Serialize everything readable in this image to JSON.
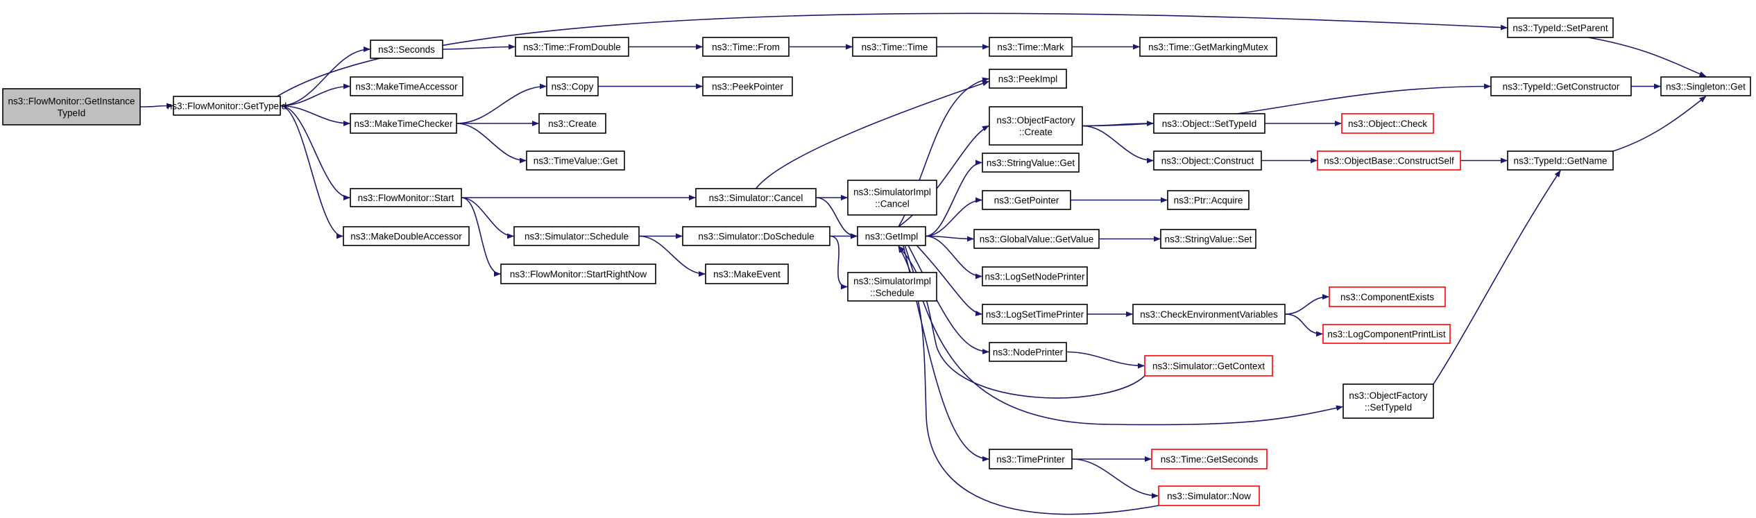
{
  "colors": {
    "edge": "#191970",
    "box_border": "#000000",
    "box_fill": "#ffffff",
    "root_fill": "#bfbfbf",
    "external_border": "#ff0000"
  },
  "nodes": [
    {
      "id": "root",
      "lines": [
        "ns3::FlowMonitor::GetInstance",
        "TypeId"
      ],
      "style": "root"
    },
    {
      "id": "gettypeid",
      "lines": [
        "ns3::FlowMonitor::GetTypeId"
      ]
    },
    {
      "id": "seconds",
      "lines": [
        "ns3::Seconds"
      ]
    },
    {
      "id": "maketimeaccessor",
      "lines": [
        "ns3::MakeTimeAccessor"
      ]
    },
    {
      "id": "maketimechecker",
      "lines": [
        "ns3::MakeTimeChecker"
      ]
    },
    {
      "id": "fmstart",
      "lines": [
        "ns3::FlowMonitor::Start"
      ]
    },
    {
      "id": "makedoubleaccessor",
      "lines": [
        "ns3::MakeDoubleAccessor"
      ]
    },
    {
      "id": "fromdouble",
      "lines": [
        "ns3::Time::FromDouble"
      ]
    },
    {
      "id": "copy",
      "lines": [
        "ns3::Copy"
      ]
    },
    {
      "id": "create",
      "lines": [
        "ns3::Create"
      ]
    },
    {
      "id": "timevalueget",
      "lines": [
        "ns3::TimeValue::Get"
      ]
    },
    {
      "id": "simschedule",
      "lines": [
        "ns3::Simulator::Schedule"
      ]
    },
    {
      "id": "startrightnow",
      "lines": [
        "ns3::FlowMonitor::StartRightNow"
      ]
    },
    {
      "id": "timefrom",
      "lines": [
        "ns3::Time::From"
      ]
    },
    {
      "id": "peekpointer",
      "lines": [
        "ns3::PeekPointer"
      ]
    },
    {
      "id": "simcancel",
      "lines": [
        "ns3::Simulator::Cancel"
      ]
    },
    {
      "id": "dosched",
      "lines": [
        "ns3::Simulator::DoSchedule"
      ]
    },
    {
      "id": "makeevent",
      "lines": [
        "ns3::MakeEvent"
      ]
    },
    {
      "id": "timetime",
      "lines": [
        "ns3::Time::Time"
      ]
    },
    {
      "id": "simimplcancel",
      "lines": [
        "ns3::SimulatorImpl",
        "::Cancel"
      ]
    },
    {
      "id": "getimpl",
      "lines": [
        "ns3::GetImpl"
      ]
    },
    {
      "id": "simimplschedule",
      "lines": [
        "ns3::SimulatorImpl",
        "::Schedule"
      ]
    },
    {
      "id": "timemark",
      "lines": [
        "ns3::Time::Mark"
      ]
    },
    {
      "id": "peekimpl",
      "lines": [
        "ns3::PeekImpl"
      ]
    },
    {
      "id": "ofcreate",
      "lines": [
        "ns3::ObjectFactory",
        "::Create"
      ]
    },
    {
      "id": "stringvalueget",
      "lines": [
        "ns3::StringValue::Get"
      ]
    },
    {
      "id": "getpointer",
      "lines": [
        "ns3::GetPointer"
      ]
    },
    {
      "id": "gvgetvalue",
      "lines": [
        "ns3::GlobalValue::GetValue"
      ]
    },
    {
      "id": "logsetnodeprinter",
      "lines": [
        "ns3::LogSetNodePrinter"
      ]
    },
    {
      "id": "logsettimeprinter",
      "lines": [
        "ns3::LogSetTimePrinter"
      ]
    },
    {
      "id": "nodeprinter",
      "lines": [
        "ns3::NodePrinter"
      ]
    },
    {
      "id": "timeprinter",
      "lines": [
        "ns3::TimePrinter"
      ]
    },
    {
      "id": "getmarkingmutex",
      "lines": [
        "ns3::Time::GetMarkingMutex"
      ]
    },
    {
      "id": "objsettypeid",
      "lines": [
        "ns3::Object::SetTypeId"
      ]
    },
    {
      "id": "objconstruct",
      "lines": [
        "ns3::Object::Construct"
      ]
    },
    {
      "id": "ptracquire",
      "lines": [
        "ns3::Ptr::Acquire"
      ]
    },
    {
      "id": "stringvalueset",
      "lines": [
        "ns3::StringValue::Set"
      ]
    },
    {
      "id": "checkenv",
      "lines": [
        "ns3::CheckEnvironmentVariables"
      ]
    },
    {
      "id": "simgetcontext",
      "lines": [
        "ns3::Simulator::GetContext"
      ],
      "style": "external"
    },
    {
      "id": "timegetseconds",
      "lines": [
        "ns3::Time::GetSeconds"
      ],
      "style": "external"
    },
    {
      "id": "simnow",
      "lines": [
        "ns3::Simulator::Now"
      ],
      "style": "external"
    },
    {
      "id": "objcheck",
      "lines": [
        "ns3::Object::Check"
      ],
      "style": "external"
    },
    {
      "id": "obconstructself",
      "lines": [
        "ns3::ObjectBase::ConstructSelf"
      ],
      "style": "external"
    },
    {
      "id": "componentexists",
      "lines": [
        "ns3::ComponentExists"
      ],
      "style": "external"
    },
    {
      "id": "logcomponentprintlist",
      "lines": [
        "ns3::LogComponentPrintList"
      ],
      "style": "external"
    },
    {
      "id": "ofsettypeid",
      "lines": [
        "ns3::ObjectFactory",
        "::SetTypeId"
      ]
    },
    {
      "id": "typeidsetparent",
      "lines": [
        "ns3::TypeId::SetParent"
      ]
    },
    {
      "id": "typeidgetconstructor",
      "lines": [
        "ns3::TypeId::GetConstructor"
      ]
    },
    {
      "id": "typeidgetname",
      "lines": [
        "ns3::TypeId::GetName"
      ]
    },
    {
      "id": "singletonget",
      "lines": [
        "ns3::Singleton::Get"
      ]
    }
  ],
  "edges": [
    {
      "from": "root",
      "to": "gettypeid"
    },
    {
      "from": "gettypeid",
      "to": "typeidsetparent"
    },
    {
      "from": "gettypeid",
      "to": "seconds"
    },
    {
      "from": "gettypeid",
      "to": "maketimeaccessor"
    },
    {
      "from": "gettypeid",
      "to": "maketimechecker"
    },
    {
      "from": "gettypeid",
      "to": "fmstart"
    },
    {
      "from": "gettypeid",
      "to": "makedoubleaccessor"
    },
    {
      "from": "seconds",
      "to": "fromdouble"
    },
    {
      "from": "fromdouble",
      "to": "timefrom"
    },
    {
      "from": "timefrom",
      "to": "timetime"
    },
    {
      "from": "timetime",
      "to": "timemark"
    },
    {
      "from": "timemark",
      "to": "getmarkingmutex"
    },
    {
      "from": "typeidsetparent",
      "to": "singletonget"
    },
    {
      "from": "maketimechecker",
      "to": "copy"
    },
    {
      "from": "maketimechecker",
      "to": "create"
    },
    {
      "from": "maketimechecker",
      "to": "timevalueget"
    },
    {
      "from": "copy",
      "to": "peekpointer"
    },
    {
      "from": "fmstart",
      "to": "simcancel"
    },
    {
      "from": "fmstart",
      "to": "simschedule"
    },
    {
      "from": "fmstart",
      "to": "startrightnow"
    },
    {
      "from": "simcancel",
      "to": "peekimpl"
    },
    {
      "from": "simcancel",
      "to": "simimplcancel"
    },
    {
      "from": "simcancel",
      "to": "getimpl"
    },
    {
      "from": "simschedule",
      "to": "dosched"
    },
    {
      "from": "simschedule",
      "to": "makeevent"
    },
    {
      "from": "dosched",
      "to": "getimpl"
    },
    {
      "from": "dosched",
      "to": "simimplschedule"
    },
    {
      "from": "getimpl",
      "to": "peekimpl"
    },
    {
      "from": "getimpl",
      "to": "ofcreate"
    },
    {
      "from": "getimpl",
      "to": "stringvalueget"
    },
    {
      "from": "getimpl",
      "to": "getpointer"
    },
    {
      "from": "getimpl",
      "to": "gvgetvalue"
    },
    {
      "from": "getimpl",
      "to": "logsetnodeprinter"
    },
    {
      "from": "getimpl",
      "to": "logsettimeprinter"
    },
    {
      "from": "getimpl",
      "to": "nodeprinter"
    },
    {
      "from": "getimpl",
      "to": "ofsettypeid"
    },
    {
      "from": "getimpl",
      "to": "timeprinter"
    },
    {
      "from": "simgetcontext",
      "to": "getimpl"
    },
    {
      "from": "simnow",
      "to": "getimpl"
    },
    {
      "from": "ofcreate",
      "to": "typeidgetconstructor"
    },
    {
      "from": "ofcreate",
      "to": "objsettypeid"
    },
    {
      "from": "ofcreate",
      "to": "objconstruct"
    },
    {
      "from": "typeidgetconstructor",
      "to": "singletonget"
    },
    {
      "from": "objsettypeid",
      "to": "objcheck"
    },
    {
      "from": "objconstruct",
      "to": "obconstructself"
    },
    {
      "from": "obconstructself",
      "to": "typeidgetname"
    },
    {
      "from": "typeidgetname",
      "to": "singletonget"
    },
    {
      "from": "ofsettypeid",
      "to": "typeidgetname"
    },
    {
      "from": "getpointer",
      "to": "ptracquire"
    },
    {
      "from": "gvgetvalue",
      "to": "stringvalueset"
    },
    {
      "from": "logsettimeprinter",
      "to": "checkenv"
    },
    {
      "from": "checkenv",
      "to": "componentexists"
    },
    {
      "from": "checkenv",
      "to": "logcomponentprintlist"
    },
    {
      "from": "nodeprinter",
      "to": "simgetcontext"
    },
    {
      "from": "timeprinter",
      "to": "timegetseconds"
    },
    {
      "from": "timeprinter",
      "to": "simnow"
    }
  ]
}
